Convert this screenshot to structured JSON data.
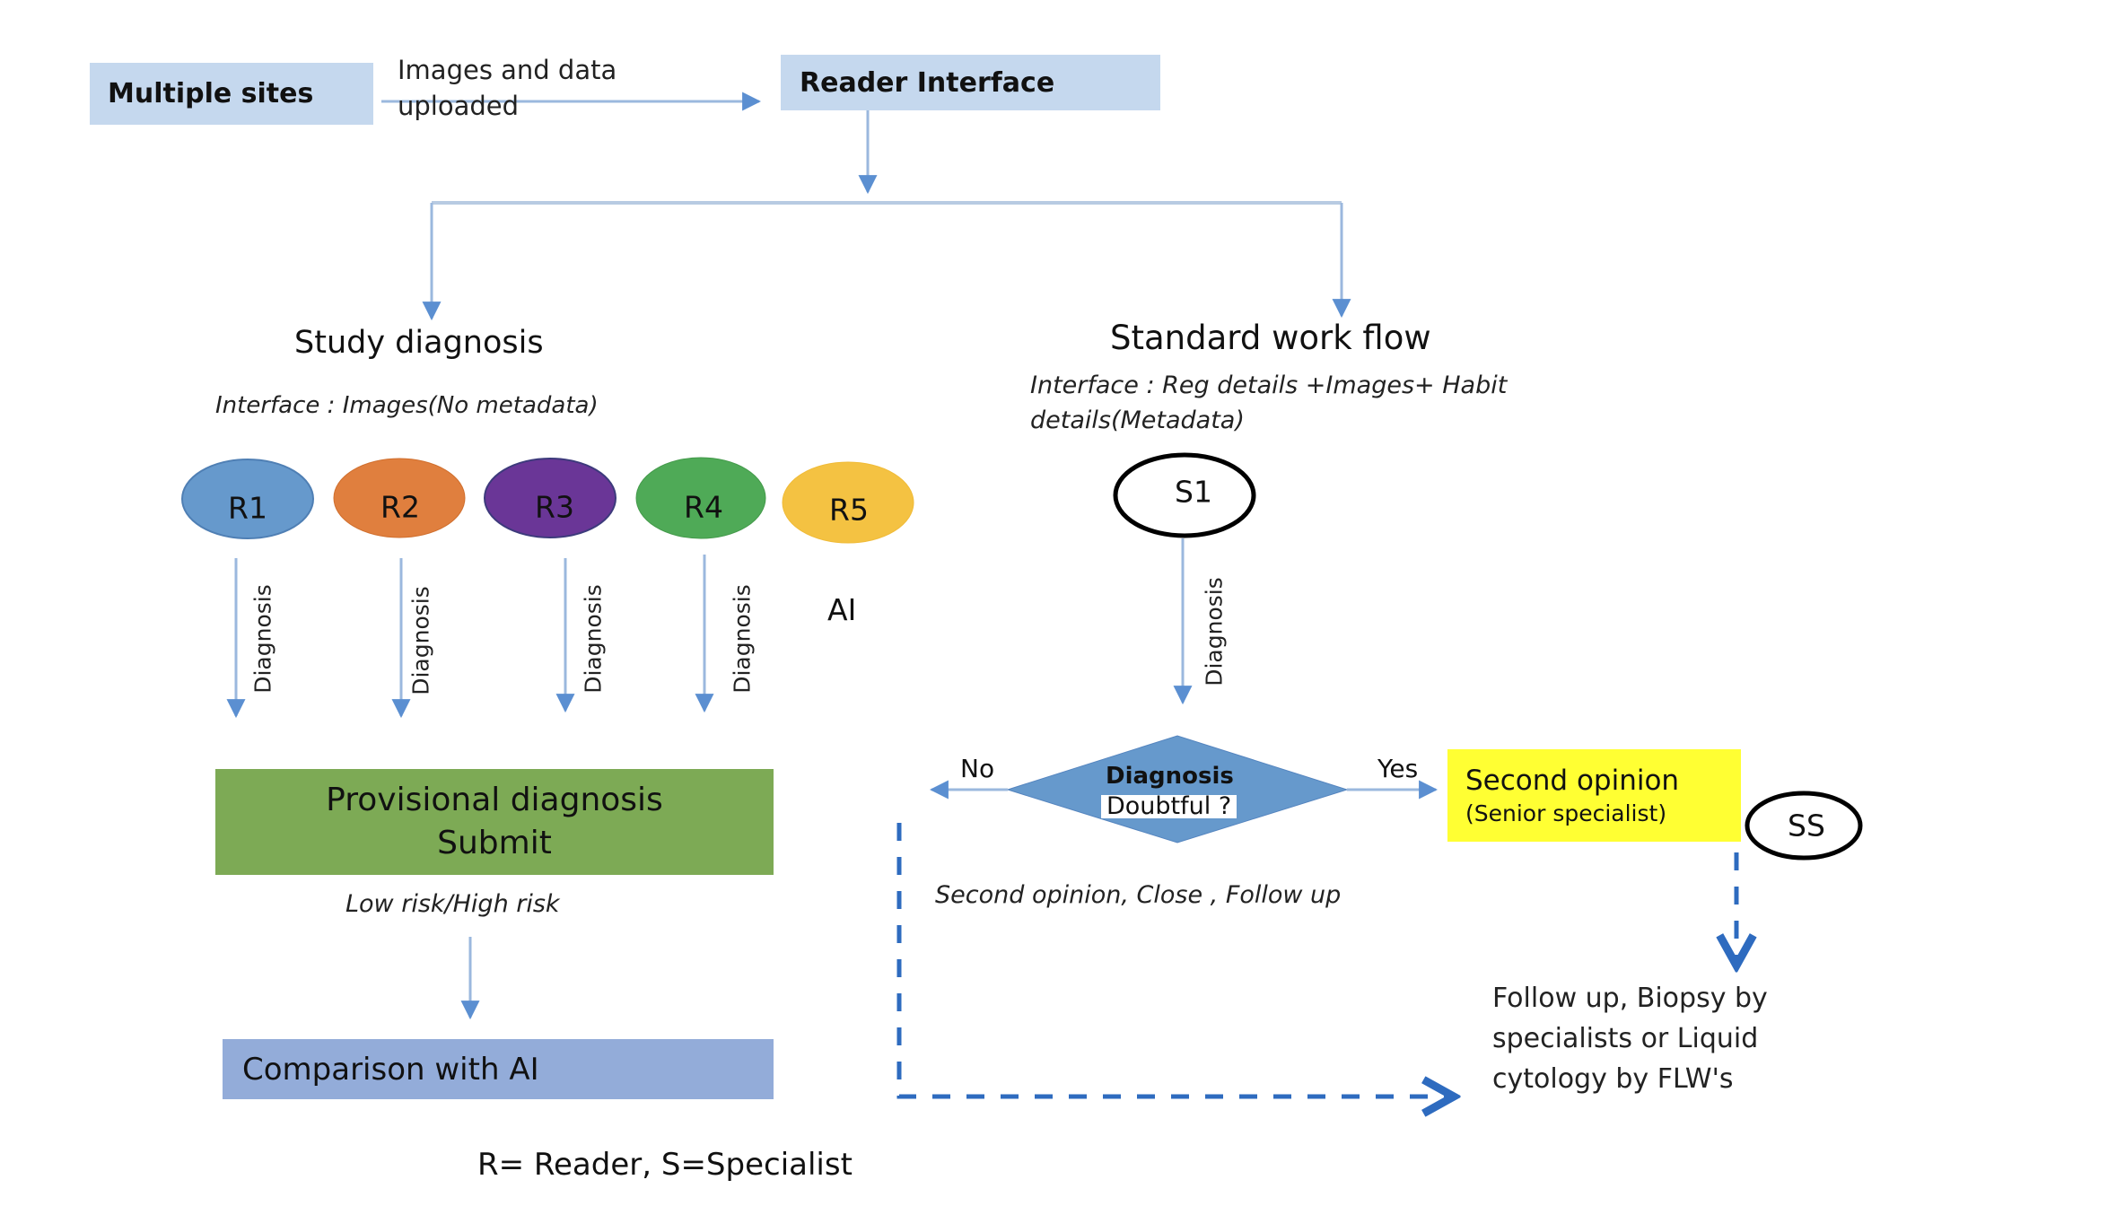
{
  "top": {
    "sites_box": "Multiple sites",
    "upload_label_line1": "Images and data",
    "upload_label_line2": "uploaded",
    "reader_box": "Reader Interface"
  },
  "study": {
    "title": "Study diagnosis",
    "interface": "Interface : Images(No metadata)",
    "readers": [
      {
        "label": "R1",
        "color": "#6699cc"
      },
      {
        "label": "R2",
        "color": "#e07f3e"
      },
      {
        "label": "R3",
        "color": "#6a3697"
      },
      {
        "label": "R4",
        "color": "#4faa57"
      },
      {
        "label": "R5",
        "color": "#f4c242"
      }
    ],
    "arrow_label": "Diagnosis",
    "ai_label": "AI",
    "provisional_line1": "Provisional diagnosis",
    "provisional_line2": "Submit",
    "risk_label": "Low risk/High risk",
    "comparison_box": "Comparison with AI"
  },
  "standard": {
    "title": "Standard work flow",
    "interface_line1": "Interface : Reg details +Images+ Habit",
    "interface_line2": "details(Metadata)",
    "specialist_node": "S1",
    "arrow_label": "Diagnosis",
    "decision_line1": "Diagnosis",
    "decision_line2": "Doubtful ?",
    "no_label": "No",
    "yes_label": "Yes",
    "second_opinion_line1": "Second opinion",
    "second_opinion_line2": "(Senior specialist)",
    "senior_node": "SS",
    "outcomes_label": "Second opinion, Close , Follow up",
    "followup_line1": "Follow up, Biopsy by",
    "followup_line2": "specialists or Liquid",
    "followup_line3": "cytology by FLW's"
  },
  "legend": "R= Reader, S=Specialist",
  "colors": {
    "connector": "#9bb8de",
    "arrowhead": "#5b8fd1",
    "dashed": "#2e6bbf",
    "light_box": "#c5d8ee",
    "green_box": "#7daa55",
    "comparison_box": "#93acd9",
    "diamond": "#6699cc",
    "yellow_box": "#ffff33"
  }
}
